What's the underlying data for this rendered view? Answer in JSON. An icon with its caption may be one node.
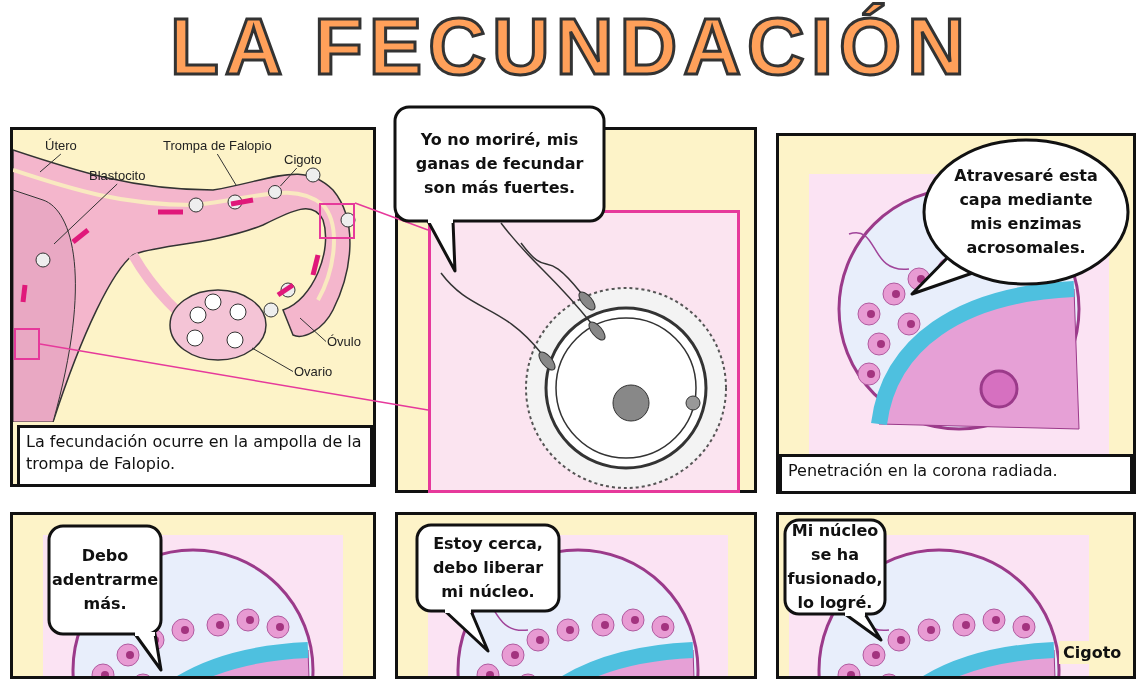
{
  "diagram": {
    "title": "LA FECUNDACIÓN",
    "nodes": [
      {
        "text": [
          "La fecundación ocurre en la ampolla de la trompa de Falopio."
        ]
      },
      {
        "text": [
          "Útero"
        ],
        "in": 0
      },
      {
        "text": [
          "Trompa de Falopio"
        ],
        "in": 0
      },
      {
        "text": [
          "Cigoto"
        ],
        "in": 0
      },
      {
        "text": [
          "Blastocito"
        ],
        "in": 0
      },
      {
        "text": [
          "Óvulo"
        ],
        "in": 0
      },
      {
        "text": [
          "Ovario"
        ],
        "in": 0
      },
      {
        "text": [],
        "shape": "box",
        "in": 0
      },
      {
        "text": [],
        "shape": "box",
        "in": 0
      },
      {
        "text": [],
        "shape": "box"
      },
      {
        "text": [
          "Yo no moriré, mis ganas de fecundar son más fuertes."
        ]
      },
      {
        "text": [],
        "shape": "picture",
        "in": 9
      },
      {
        "text": [
          "Penetración en la corona radiada."
        ]
      },
      {
        "text": [
          "Atravesaré esta capa mediante mis enzimas acrosomales."
        ],
        "in": 12
      },
      {
        "text": [],
        "shape": "box"
      },
      {
        "text": [
          "Debo adentrarme más."
        ],
        "in": 14
      },
      {
        "text": [],
        "shape": "box"
      },
      {
        "text": [
          "Estoy cerca, debo liberar mi núcleo."
        ],
        "in": 16
      },
      {
        "text": [],
        "shape": "box"
      },
      {
        "text": [
          "Mi núcleo se ha fusionado, lo logré."
        ],
        "in": 18
      },
      {
        "text": [],
        "shape": "circle",
        "in": 0
      }
    ],
    "edges": [
      {
        "from": 1,
        "to": null,
        "arrow": "none"
      },
      {
        "from": 2,
        "to": null,
        "arrow": "none"
      },
      {
        "from": 3,
        "to": 20,
        "arrow": "none"
      },
      {
        "from": 4,
        "to": null,
        "arrow": "none"
      },
      {
        "from": 5,
        "to": null,
        "arrow": "none"
      },
      {
        "from": 6,
        "to": null,
        "arrow": "none"
      },
      {
        "from": 7,
        "to": 11,
        "arrow": "none",
        "color": "#e6399b"
      },
      {
        "from": 8,
        "to": 11,
        "arrow": "none",
        "color": "#e6399b"
      }
    ],
    "labels": [
      "Cigoto"
    ]
  }
}
